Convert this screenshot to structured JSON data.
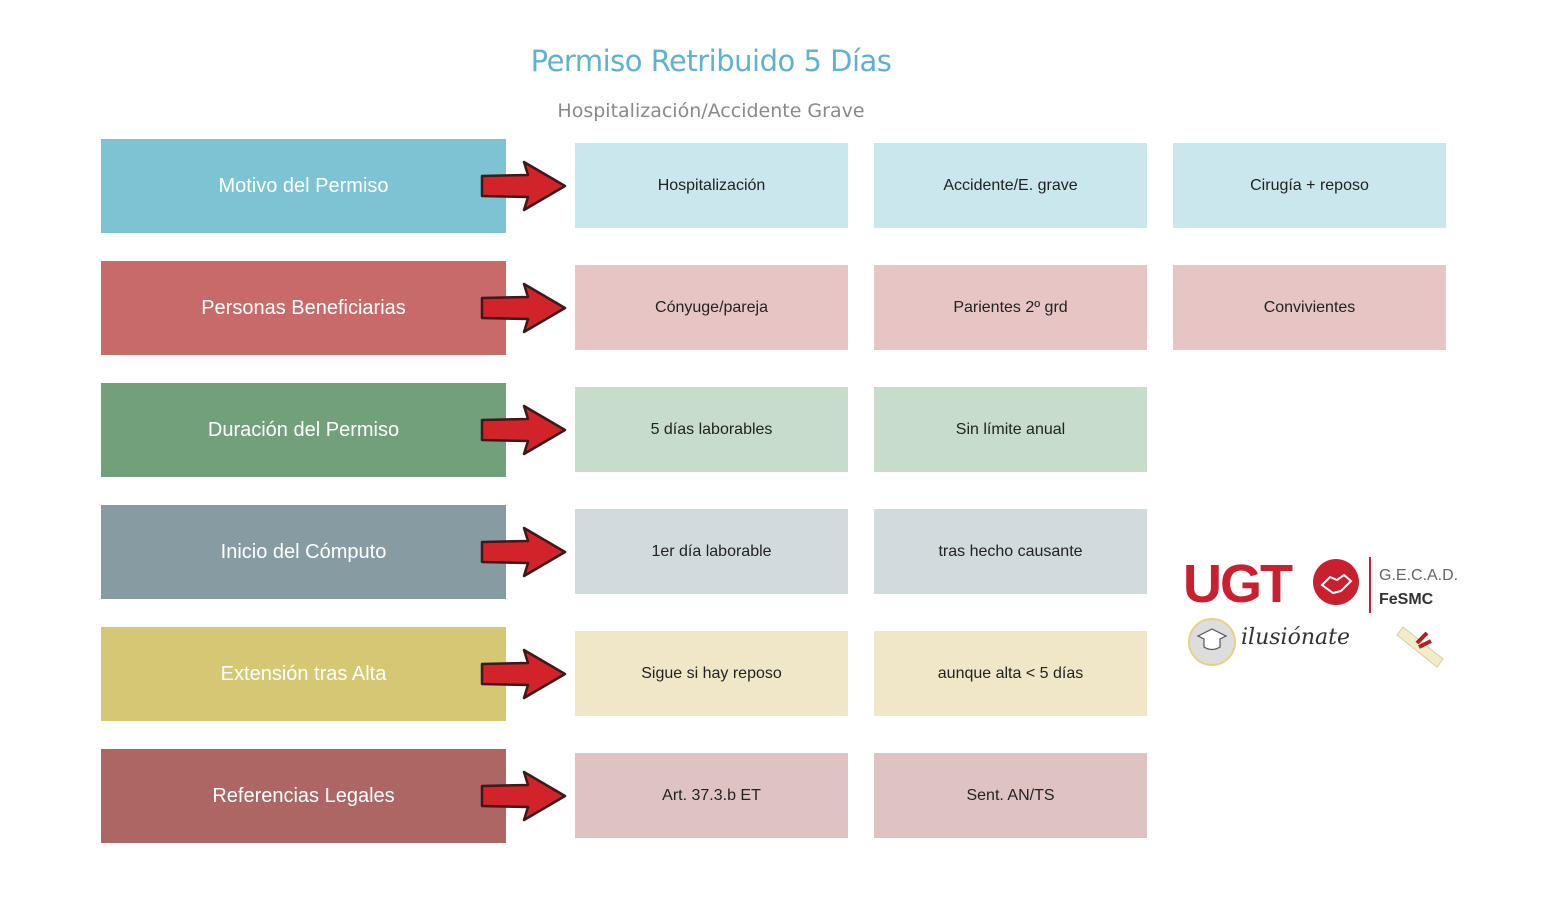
{
  "header": {
    "title": "Permiso Retribuido 5 Días",
    "subtitle": "Hospitalización/Accidente Grave"
  },
  "rows": [
    {
      "label": "Motivo del Permiso",
      "color": "#7dc3d3",
      "cell_color": "#c9e7ec",
      "items": [
        "Hospitalización",
        "Accidente/E. grave",
        "Cirugía + reposo"
      ]
    },
    {
      "label": "Personas Beneficiarias",
      "color": "#c96a6a",
      "cell_color": "#e8c5c5",
      "items": [
        "Cónyuge/pareja",
        "Parientes 2º grd",
        "Convivientes"
      ]
    },
    {
      "label": "Duración del Permiso",
      "color": "#71a07a",
      "cell_color": "#c7dccb",
      "items": [
        "5 días laborables",
        "Sin límite anual"
      ]
    },
    {
      "label": "Inicio del Cómputo",
      "color": "#869ca2",
      "cell_color": "#d1dadd",
      "items": [
        "1er día laborable",
        "tras hecho causante"
      ]
    },
    {
      "label": "Extensión tras Alta",
      "color": "#d6c774",
      "cell_color": "#efe7c8",
      "items": [
        "Sigue si hay reposo",
        "aunque alta < 5 días"
      ]
    },
    {
      "label": "Referencias Legales",
      "color": "#ad6664",
      "cell_color": "#dfc3c3",
      "items": [
        "Art. 37.3.b ET",
        "Sent. AN/TS"
      ]
    }
  ],
  "logo": {
    "brand": "UGT",
    "org_line1": "G.E.C.A.D.",
    "org_line2": "FeSMC",
    "tagline": "ilusiónate"
  },
  "icons": {
    "arrow": "red-arrow-right",
    "handshake": "handshake-icon",
    "graduation": "graduation-cap-icon",
    "diploma": "diploma-scroll-icon"
  }
}
